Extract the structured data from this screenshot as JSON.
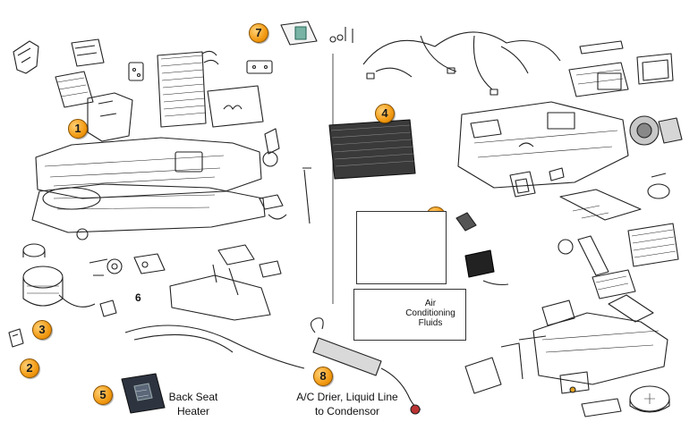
{
  "callouts": {
    "c1": "1",
    "c2": "2",
    "c3": "3",
    "c4": "4",
    "c5": "5",
    "c6": "6",
    "c7": "7",
    "c8": "8",
    "plain6": "6"
  },
  "labels": {
    "back_seat_heater_line1": "Back Seat",
    "back_seat_heater_line2": "Heater",
    "drier_line1": "A/C Drier, Liquid Line",
    "drier_line2": "to Condensor",
    "fluids_line1": "Air",
    "fluids_line2": "Conditioning",
    "fluids_line3": "Fluids"
  },
  "colors": {
    "callout_fill": "#f29a12",
    "line_art": "#222222",
    "background": "#ffffff"
  }
}
